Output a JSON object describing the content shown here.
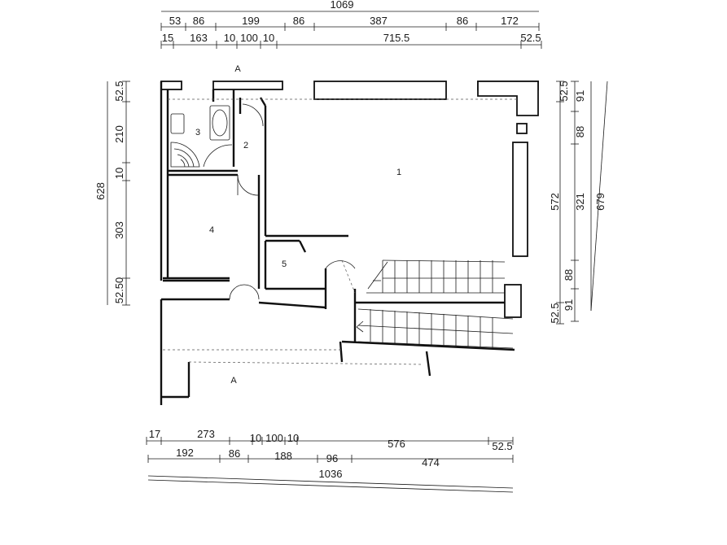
{
  "top_dims": {
    "total": "1069",
    "row1": [
      "53",
      "86",
      "199",
      "86",
      "387",
      "86",
      "172"
    ],
    "row2": [
      "15",
      "163",
      "10",
      "100",
      "10",
      "715.5",
      "52.5"
    ]
  },
  "left_dims": {
    "total": "628",
    "segments": [
      "52.5",
      "210",
      "10",
      "303",
      "52.50"
    ]
  },
  "right_dims": {
    "col1": [
      "52.5",
      "572",
      "52.5"
    ],
    "col2": [
      "91",
      "88",
      "321",
      "88",
      "91"
    ],
    "col3": [
      "679"
    ]
  },
  "bottom_dims": {
    "row1": [
      "17",
      "273",
      "10",
      "100",
      "10",
      "576",
      "52.5"
    ],
    "row2": [
      "192",
      "86",
      "188",
      "96",
      "474"
    ],
    "total": "1036"
  },
  "rooms": [
    "1",
    "2",
    "3",
    "4",
    "5"
  ],
  "section_labels": [
    "A",
    "A"
  ]
}
